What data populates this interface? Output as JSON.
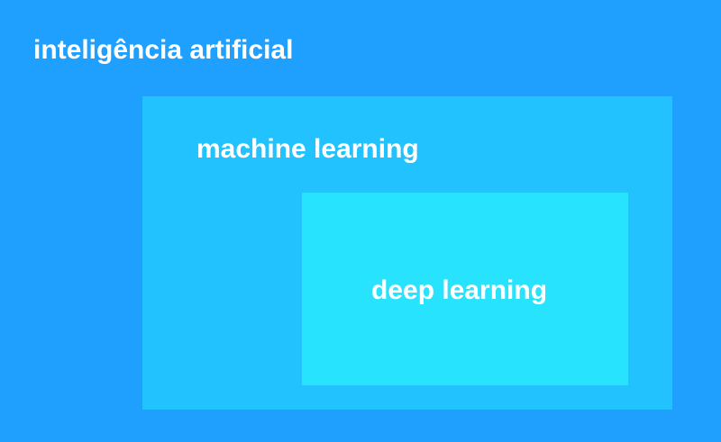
{
  "diagram": {
    "outer": {
      "label": "inteligência artificial",
      "color": "#1fa0fe"
    },
    "middle": {
      "label": "machine learning",
      "color": "#22c2fe"
    },
    "inner": {
      "label": "deep learning",
      "color": "#27e3fe"
    }
  }
}
